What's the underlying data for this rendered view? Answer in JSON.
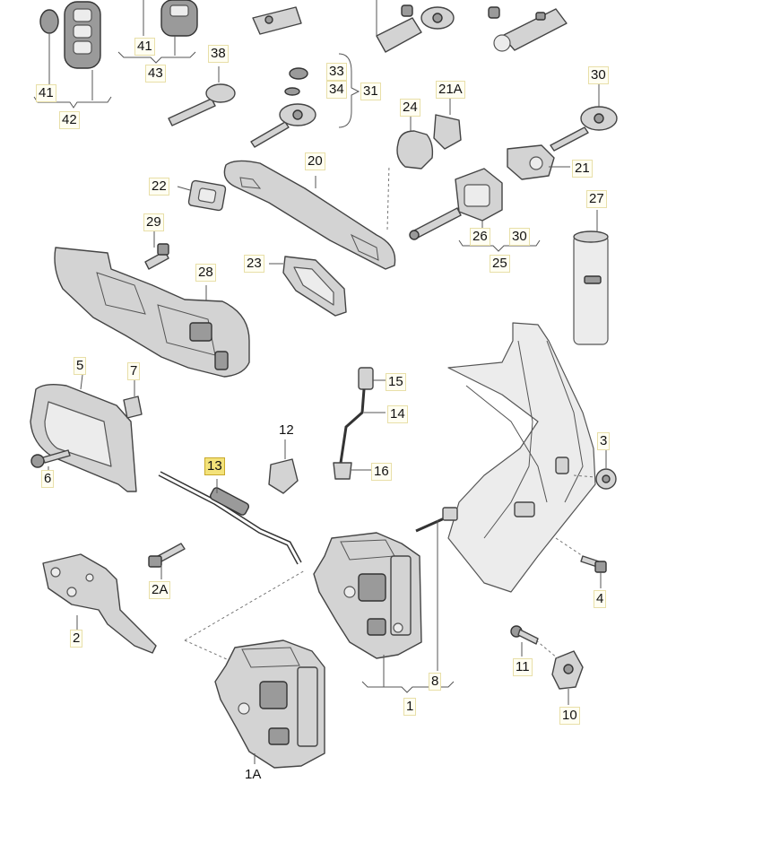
{
  "diagram": {
    "callouts": {
      "c41a": "41",
      "c43": "43",
      "c41b": "41",
      "c42": "42",
      "c38": "38",
      "c33": "33",
      "c34": "34",
      "c31": "31",
      "c24": "24",
      "c21a": "21A",
      "c30a": "30",
      "c20": "20",
      "c22": "22",
      "c21b": "21",
      "c27": "27",
      "c29": "29",
      "c26": "26",
      "c30b": "30",
      "c25": "25",
      "c23": "23",
      "c28": "28",
      "c5": "5",
      "c7": "7",
      "c15": "15",
      "c14": "14",
      "c12": "12",
      "c3": "3",
      "c16": "16",
      "c6": "6",
      "c13": "13",
      "c2a": "2A",
      "c4": "4",
      "c2": "2",
      "c11": "11",
      "c8": "8",
      "c1": "1",
      "c10": "10",
      "c1a": "1A"
    },
    "highlight_color": "#f3e27a"
  }
}
